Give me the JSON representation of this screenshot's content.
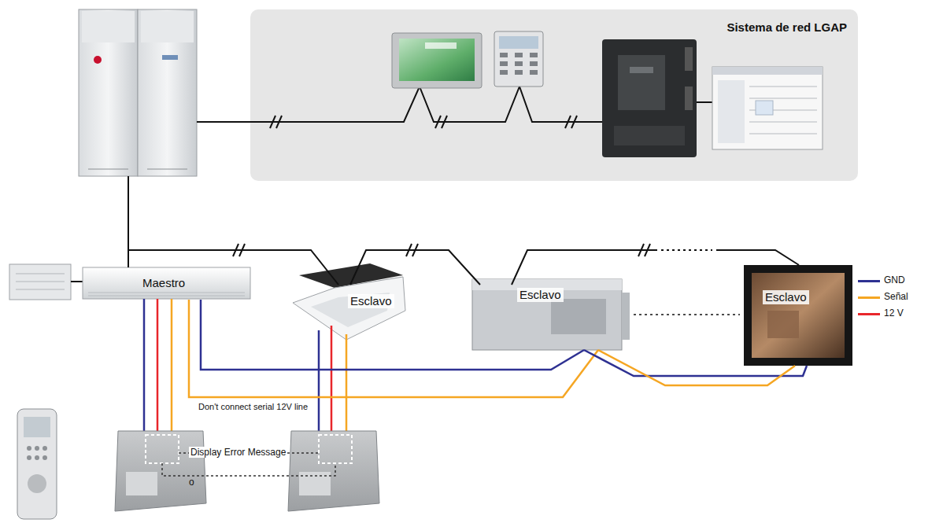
{
  "diagram": {
    "nodes": [
      {
        "text": [
          "Sistema de red LGAP"
        ]
      },
      {
        "text": [
          "Maestro"
        ]
      },
      {
        "text": [
          "Esclavo"
        ]
      },
      {
        "text": [
          "Esclavo"
        ]
      },
      {
        "text": [
          "Esclavo"
        ]
      }
    ],
    "edges": [
      {
        "from": 1,
        "to": 2,
        "arrow": "none"
      },
      {
        "from": 2,
        "to": 3,
        "arrow": "none"
      },
      {
        "from": 3,
        "to": 4,
        "arrow": "none"
      },
      {
        "from": 1,
        "to": 3,
        "arrow": "none"
      },
      {
        "from": 3,
        "to": 4,
        "arrow": "none"
      }
    ],
    "labels": [
      "Don't connect serial 12V line",
      "Display Error Message",
      "o"
    ],
    "legend": [
      {
        "text": "GND",
        "color": "#2e3192"
      },
      {
        "text": "Señal",
        "color": "#f5a623"
      },
      {
        "text": "12 V",
        "color": "#e8262b"
      }
    ]
  }
}
